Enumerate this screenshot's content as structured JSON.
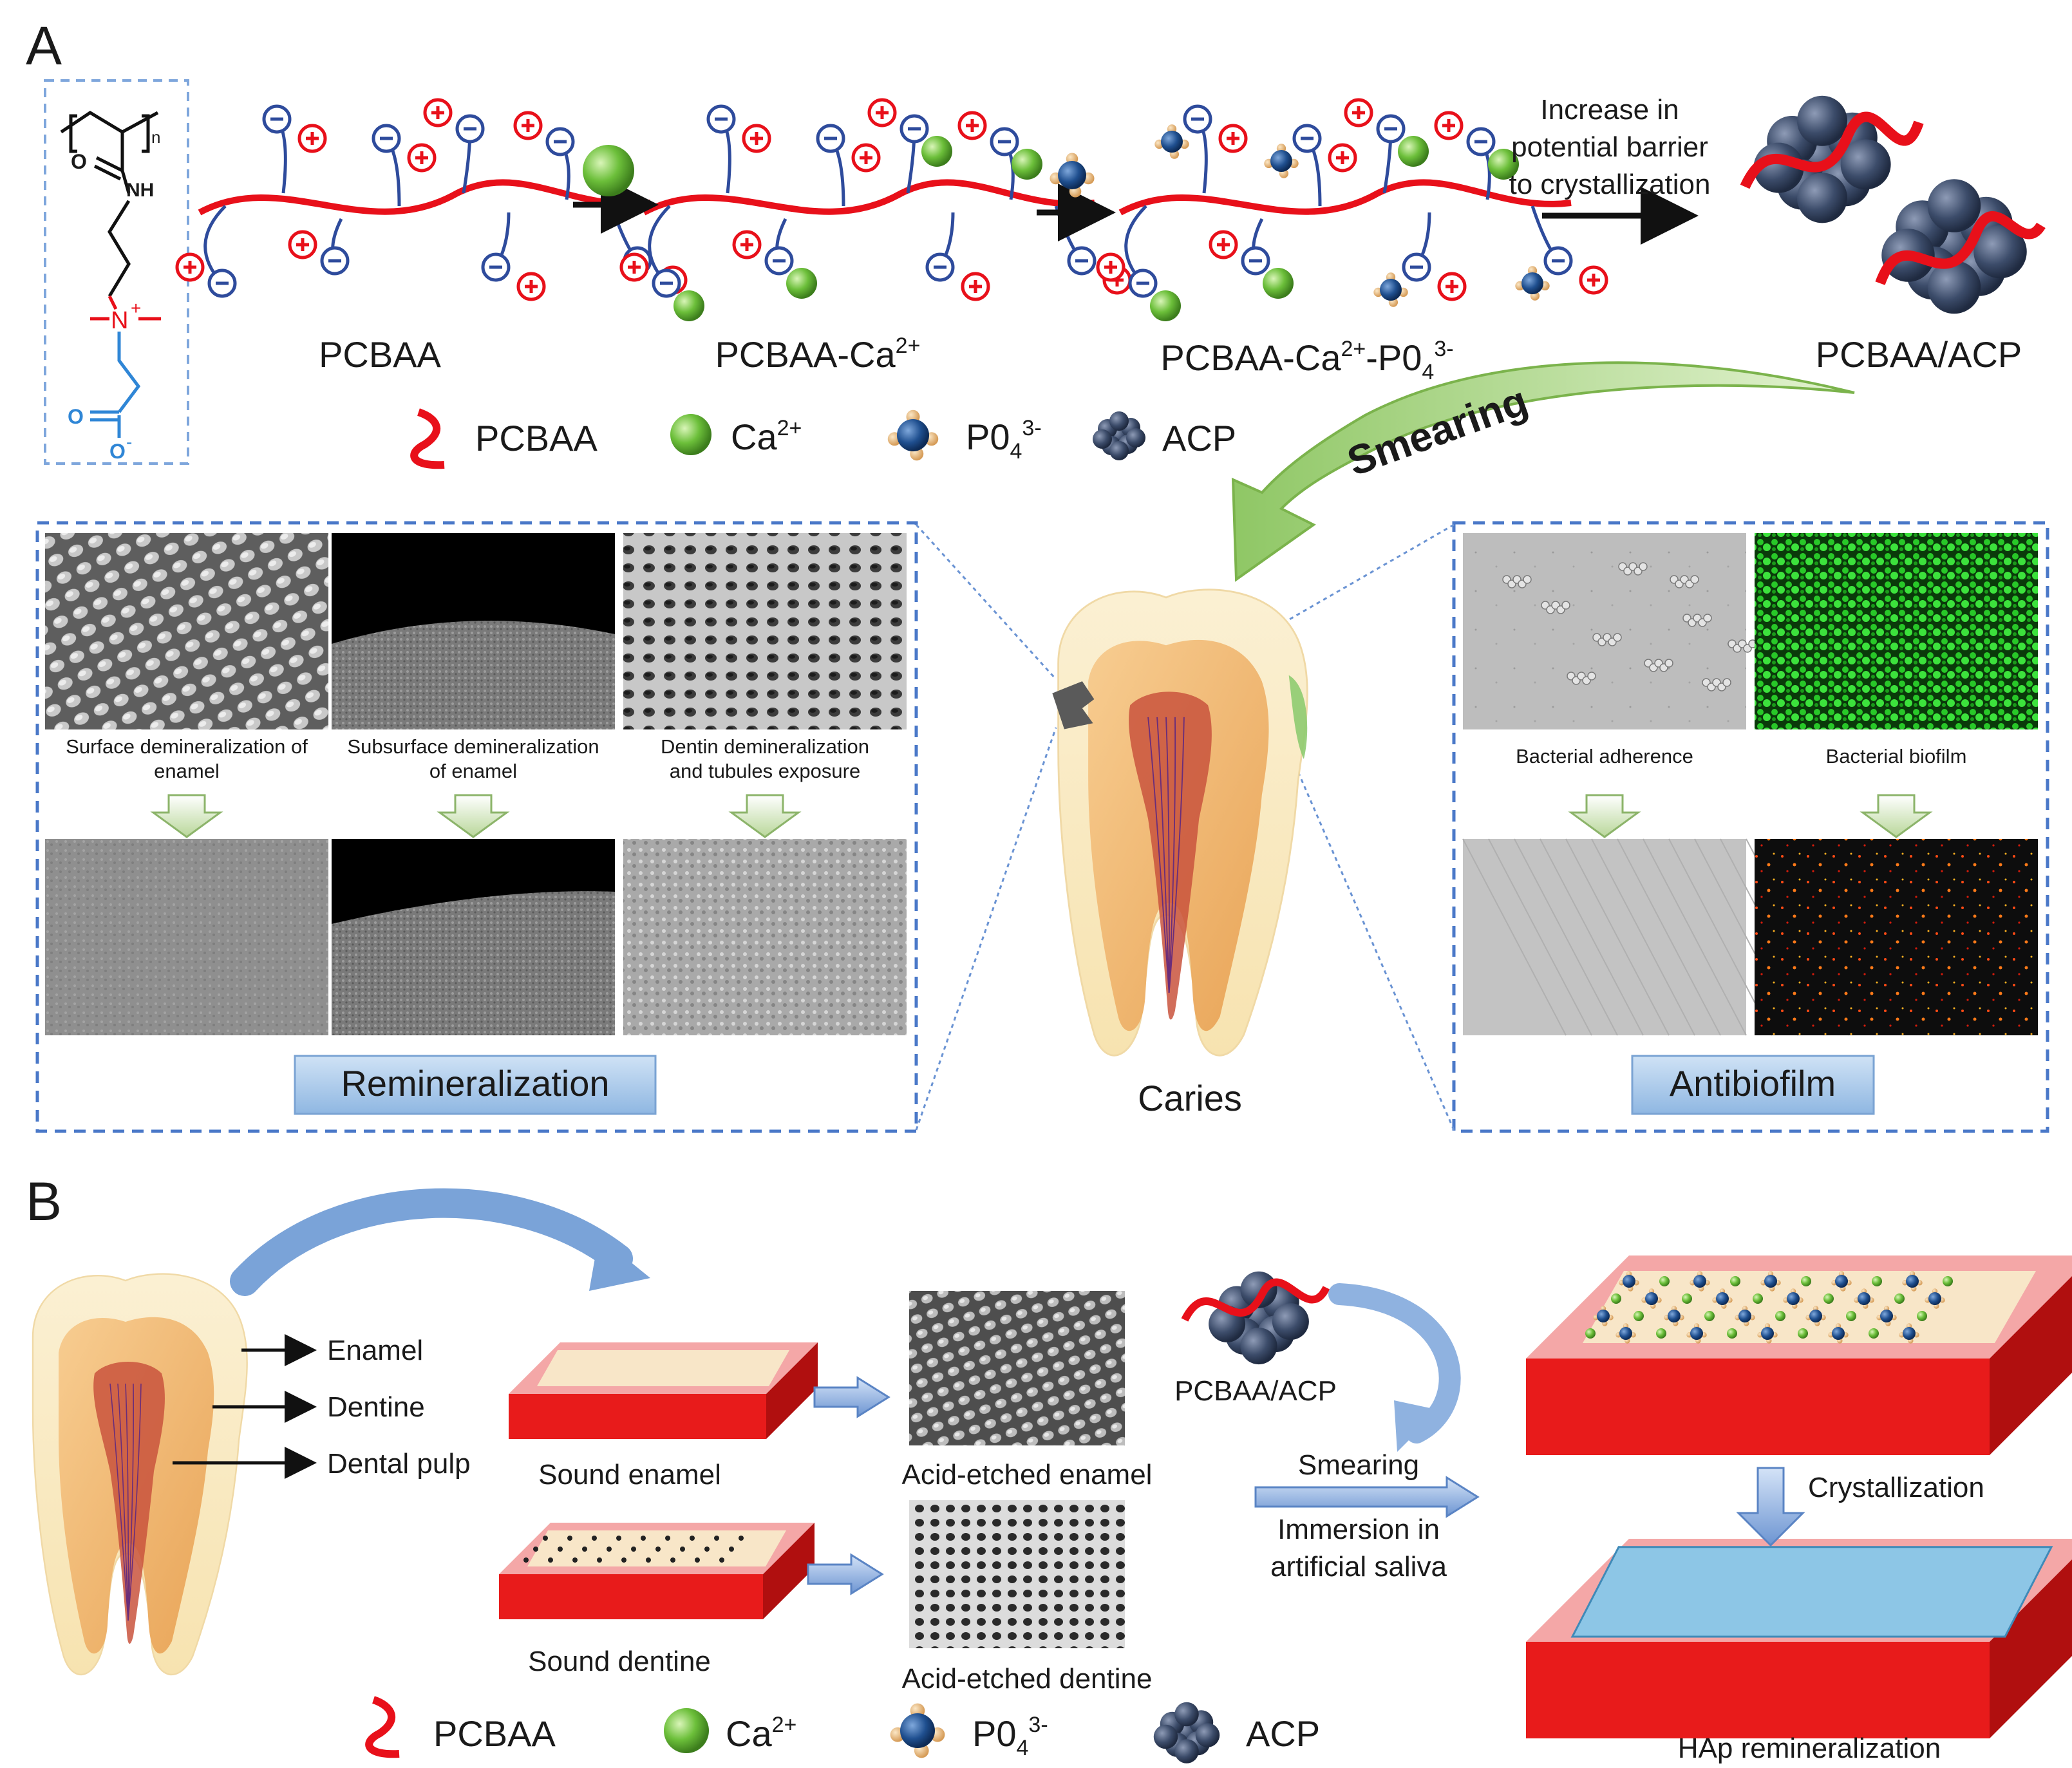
{
  "panel_a": {
    "label": "A",
    "chem_n": "n",
    "chem_o": "O",
    "chem_nh": "NH",
    "chem_n_plus": "N",
    "chem_plus": "+",
    "chem_o2": "O",
    "chem_o_minus": "O",
    "chem_minus": "-",
    "stage1": "PCBAA",
    "stage2": "PCBAA-Ca",
    "stage2_sup": "2+",
    "stage3": "PCBAA-Ca",
    "stage3_sup": "2+",
    "stage3_mid": "-P0",
    "stage3_sub": "4",
    "stage3_sup2": "3-",
    "stage4": "PCBAA/ACP",
    "barrier_line1": "Increase in",
    "barrier_line2": "potential barrier",
    "barrier_line3": "to crystallization",
    "legend": {
      "pcbaa": "PCBAA",
      "ca": "Ca",
      "ca_sup": "2+",
      "po4": "P0",
      "po4_sub": "4",
      "po4_sup": "3-",
      "acp": "ACP"
    },
    "smearing": "Smearing",
    "caries": "Caries",
    "remin": {
      "title": "Remineralization",
      "captions": [
        [
          "Surface demineralization of",
          "enamel"
        ],
        [
          "Subsurface demineralization",
          "of enamel"
        ],
        [
          "Dentin demineralization",
          "and tubules exposure"
        ]
      ]
    },
    "antibio": {
      "title": "Antibiofilm",
      "captions": [
        "Bacterial adherence",
        "Bacterial biofilm"
      ]
    }
  },
  "panel_b": {
    "label": "B",
    "tooth_labels": [
      "Enamel",
      "Dentine",
      "Dental pulp"
    ],
    "sound_enamel": "Sound enamel",
    "sound_dentine": "Sound dentine",
    "etched_enamel": "Acid-etched enamel",
    "etched_dentine": "Acid-etched dentine",
    "pcbaa_acp": "PCBAA/ACP",
    "smearing": "Smearing",
    "immersion_line1": "Immersion in",
    "immersion_line2": "artificial saliva",
    "crystallization": "Crystallization",
    "hap": "HAp remineralization",
    "legend": {
      "pcbaa": "PCBAA",
      "ca": "Ca",
      "ca_sup": "2+",
      "po4": "P0",
      "po4_sub": "4",
      "po4_sup": "3-",
      "acp": "ACP"
    }
  },
  "colors": {
    "polymer_red": "#e8101a",
    "side_chain": "#2e4b9c",
    "calcium_green": "#6cbf3a",
    "phosphate_blue": "#1f4f8f",
    "acp_gray": "#3c4c6a",
    "dashed_box": "#4a78c8",
    "label_box": "#a9c7e8",
    "block_red": "#e81b1b",
    "block_pink": "#f4a7a7",
    "block_cream": "#f8e6c8",
    "hap_blue": "#8dc6e6",
    "arrow_blue": "#8fb2e0",
    "smear_green": "#bfe0a2"
  }
}
